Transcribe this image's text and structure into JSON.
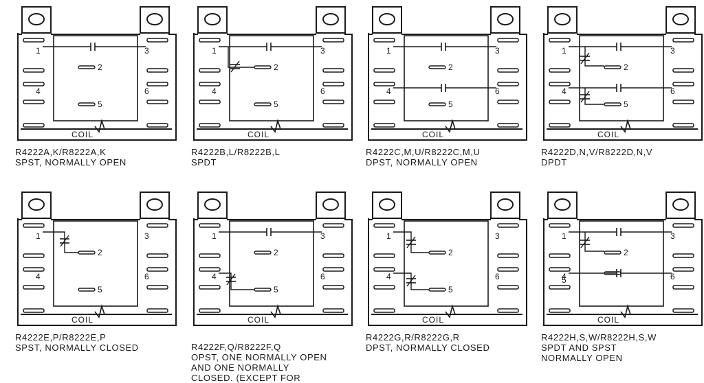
{
  "colors": {
    "ink": "#1a1a1a",
    "paper": "#ffffff"
  },
  "relays": [
    {
      "model": "R4222A,K/R8222A,K",
      "lines": [
        "SPST, NORMALLY OPEN"
      ],
      "type": "spst-no",
      "pins": {
        "p1": "1",
        "p2": "2",
        "p3": "3",
        "p4": "4",
        "p5": "5",
        "p6": "6"
      },
      "coil": "COIL"
    },
    {
      "model": "R4222B,L/R8222B,L",
      "lines": [
        "SPDT"
      ],
      "type": "spdt",
      "pins": {
        "p1": "1",
        "p2": "2",
        "p3": "3",
        "p4": "4",
        "p5": "5",
        "p6": "6"
      },
      "coil": "COIL"
    },
    {
      "model": "R4222C,M,U/R8222C,M,U",
      "lines": [
        "DPST, NORMALLY OPEN"
      ],
      "type": "dpst-no",
      "pins": {
        "p1": "1",
        "p2": "2",
        "p3": "3",
        "p4": "4",
        "p5": "5",
        "p6": "6"
      },
      "coil": "COIL"
    },
    {
      "model": "R4222D,N,V/R8222D,N,V",
      "lines": [
        "DPDT"
      ],
      "type": "dpdt",
      "pins": {
        "p1": "1",
        "p2": "2",
        "p3": "3",
        "p4": "4",
        "p5": "5",
        "p6": "6"
      },
      "coil": "COIL"
    },
    {
      "model": "R4222E,P/R8222E,P",
      "lines": [
        "SPST, NORMALLY CLOSED"
      ],
      "type": "spst-nc",
      "pins": {
        "p1": "1",
        "p2": "2",
        "p3": "3",
        "p4": "4",
        "p5": "5",
        "p6": "6"
      },
      "coil": "COIL"
    },
    {
      "model": "R4222F,Q/R8222F,Q",
      "lines": [
        "OPST, ONE NORMALLY OPEN",
        "AND ONE NORMALLY",
        "CLOSED. (EXCEPT FOR"
      ],
      "type": "dpst-mixed",
      "pins": {
        "p1": "1",
        "p2": "2",
        "p3": "3",
        "p4": "4",
        "p5": "5",
        "p6": "6"
      },
      "coil": "COIL"
    },
    {
      "model": "R4222G,R/R8222G,R",
      "lines": [
        "DPST, NORMALLY CLOSED"
      ],
      "type": "dpst-nc",
      "pins": {
        "p1": "1",
        "p2": "2",
        "p3": "3",
        "p4": "4",
        "p5": "5",
        "p6": "6"
      },
      "coil": "COIL"
    },
    {
      "model": "R4222H,S,W/R8222H,S,W",
      "lines": [
        "SPDT AND SPST",
        "NORMALLY OPEN"
      ],
      "type": "spdt-spst",
      "pins": {
        "p1": "1",
        "p2": "2",
        "p3": "3",
        "p4": "4",
        "p5": "5",
        "p6": "6"
      },
      "coil": "COIL"
    }
  ]
}
